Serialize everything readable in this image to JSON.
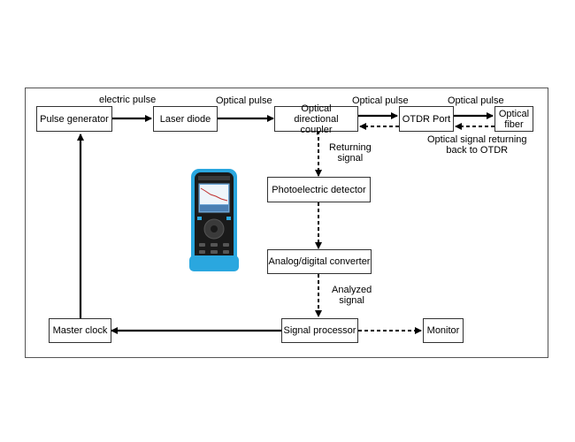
{
  "diagram": {
    "nodes": {
      "pulse_generator": "Pulse generator",
      "laser_diode": "Laser diode",
      "coupler": "Optical directional coupler",
      "otdr_port": "OTDR Port",
      "optical_fiber": "Optical fiber",
      "photo_detector": "Photoelectric detector",
      "adc": "Analog/digital converter",
      "signal_processor": "Signal processor",
      "monitor": "Monitor",
      "master_clock": "Master clock"
    },
    "labels": {
      "electric_pulse": "electric pulse",
      "optical_pulse_1": "Optical pulse",
      "optical_pulse_2": "Optical pulse",
      "optical_pulse_3": "Optical pulse",
      "returning_line1": "Returning",
      "returning_line2": "signal",
      "otdr_return_line1": "Optical signal returning",
      "otdr_return_line2": "back to OTDR",
      "analyzed_line1": "Analyzed",
      "analyzed_line2": "signal"
    },
    "colors": {
      "line": "#000000",
      "frame": "#555555",
      "device_body": "#2aa7df",
      "device_panel": "#1a1a1a",
      "device_screen": "#6ea6d6"
    },
    "device_icon": "otdr-handheld-device"
  }
}
